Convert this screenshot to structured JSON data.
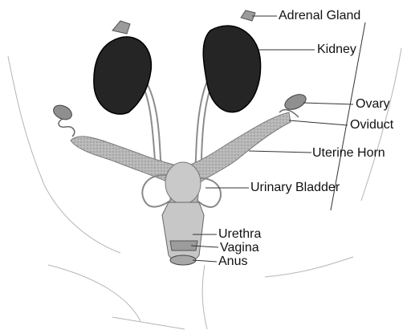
{
  "labels": {
    "adrenal_gland": "Adrenal Gland",
    "kidney": "Kidney",
    "ovary": "Ovary",
    "oviduct": "Oviduct",
    "uterine_horn": "Uterine Horn",
    "urinary_bladder": "Urinary Bladder",
    "urethra": "Urethra",
    "vagina": "Vagina",
    "anus": "Anus"
  }
}
